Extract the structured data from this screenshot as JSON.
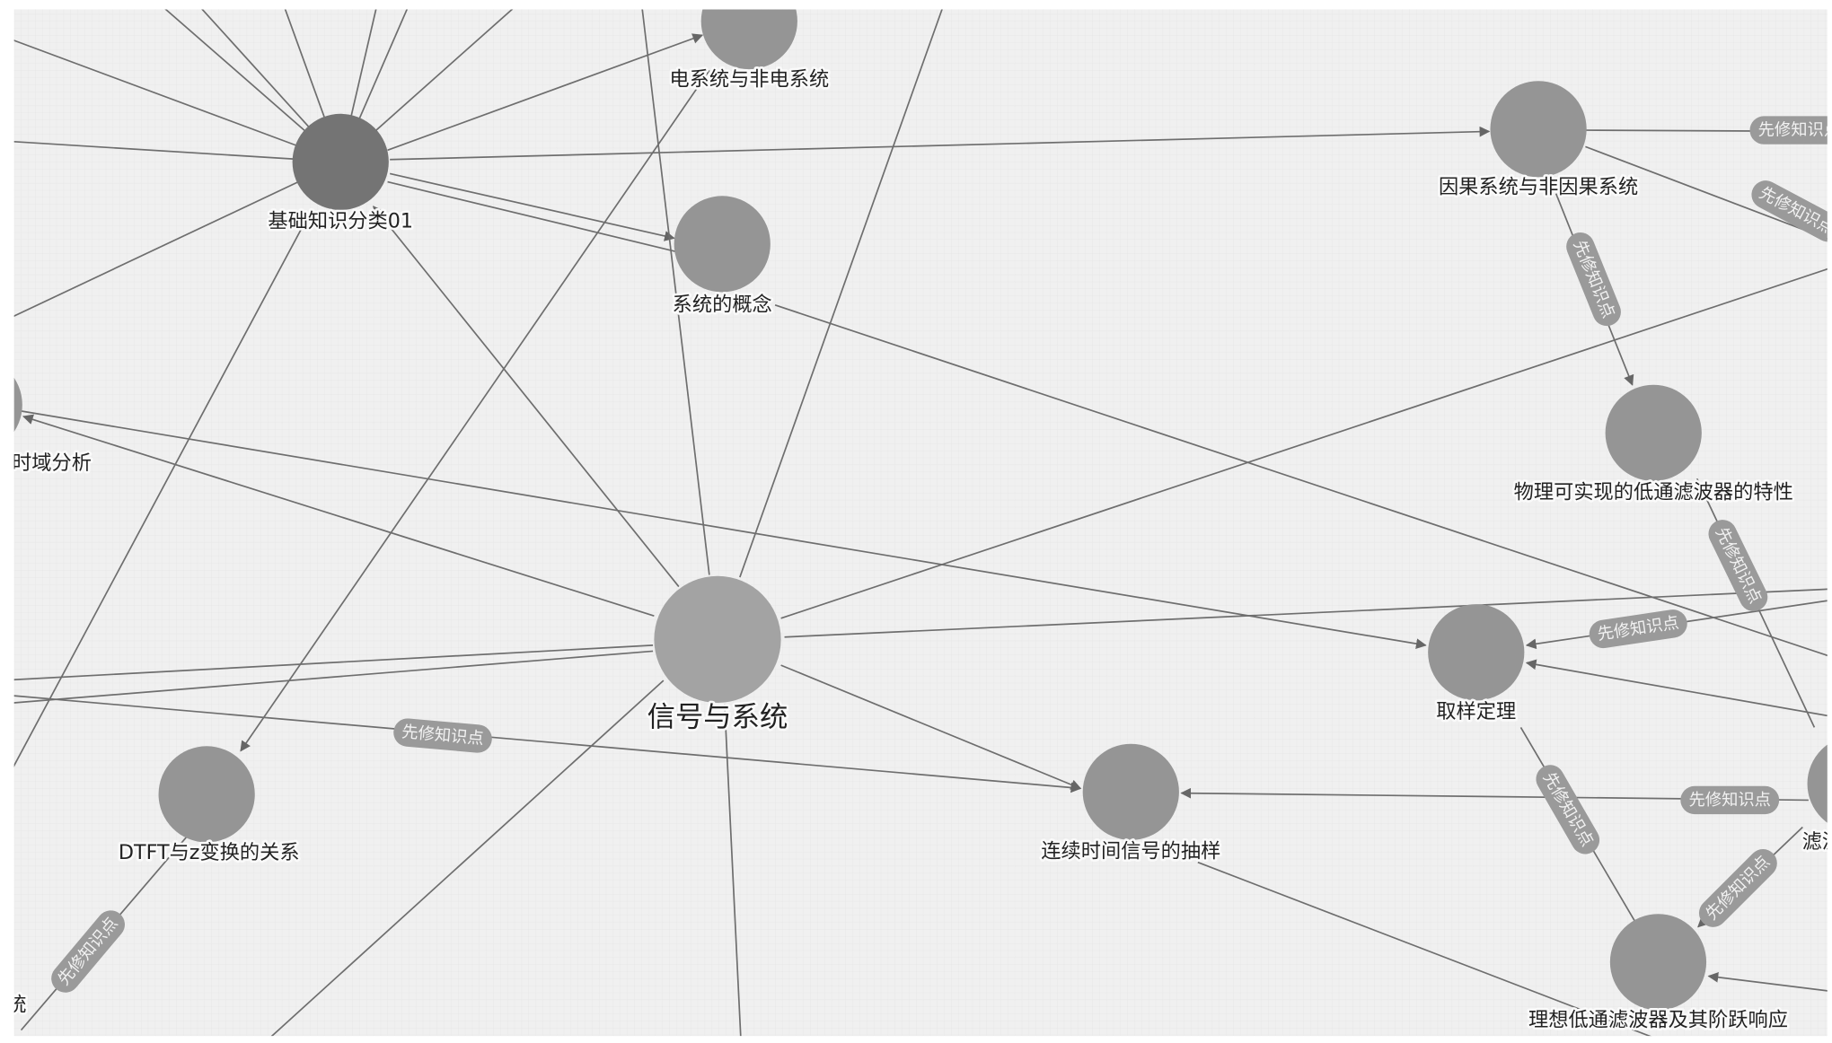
{
  "edge_label": "先修知识点",
  "nodes": {
    "basic": "基础知识分类01",
    "electric": "电系统与非电系统",
    "concept": "系统的概念",
    "time_domain": "时域分析",
    "causal": "因果系统与非因果系统",
    "physical_lpf": "物理可实现的低通滤波器的特性",
    "signals": "信号与系统",
    "sampling_theorem": "取样定理",
    "ct_sampling": "连续时间信号的抽样",
    "dtft_z": "DTFT与z变换的关系",
    "ideal_lpf": "理想低通滤波器及其阶跃响应",
    "filter": "滤波器",
    "left_bottom": "统"
  },
  "colors": {
    "background": "#f0f0f0",
    "node": "#959595",
    "root_node": "#747474",
    "main_node": "#a3a3a3",
    "edge": "#6e6e6e",
    "pill": "#9a9a9a"
  }
}
